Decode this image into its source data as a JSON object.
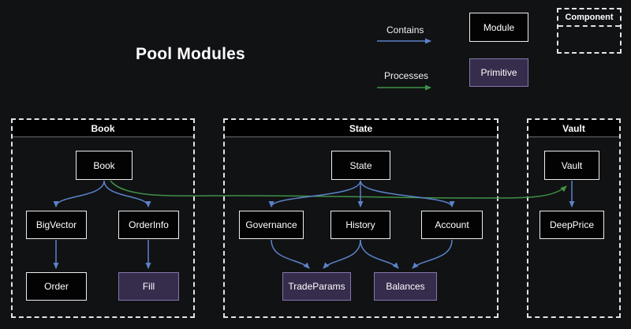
{
  "title": "Pool Modules",
  "legend": {
    "contains": "Contains",
    "processes": "Processes",
    "module": "Module",
    "primitive": "Primitive",
    "component": "Component"
  },
  "containers": {
    "book": {
      "title": "Book"
    },
    "state": {
      "title": "State"
    },
    "vault": {
      "title": "Vault"
    }
  },
  "nodes": {
    "book": {
      "label": "Book",
      "type": "module",
      "container": "book"
    },
    "bigvector": {
      "label": "BigVector",
      "type": "module",
      "container": "book"
    },
    "orderinfo": {
      "label": "OrderInfo",
      "type": "module",
      "container": "book"
    },
    "order": {
      "label": "Order",
      "type": "module",
      "container": "book"
    },
    "fill": {
      "label": "Fill",
      "type": "primitive",
      "container": "book"
    },
    "state": {
      "label": "State",
      "type": "module",
      "container": "state"
    },
    "governance": {
      "label": "Governance",
      "type": "module",
      "container": "state"
    },
    "history": {
      "label": "History",
      "type": "module",
      "container": "state"
    },
    "account": {
      "label": "Account",
      "type": "module",
      "container": "state"
    },
    "tradeparams": {
      "label": "TradeParams",
      "type": "primitive",
      "container": "state"
    },
    "balances": {
      "label": "Balances",
      "type": "primitive",
      "container": "state"
    },
    "vault": {
      "label": "Vault",
      "type": "module",
      "container": "vault"
    },
    "deepprice": {
      "label": "DeepPrice",
      "type": "module",
      "container": "vault"
    }
  },
  "edges": [
    {
      "from": "book",
      "to": "bigvector",
      "type": "contains"
    },
    {
      "from": "book",
      "to": "orderinfo",
      "type": "contains"
    },
    {
      "from": "bigvector",
      "to": "order",
      "type": "contains"
    },
    {
      "from": "orderinfo",
      "to": "fill",
      "type": "contains"
    },
    {
      "from": "state",
      "to": "governance",
      "type": "contains"
    },
    {
      "from": "state",
      "to": "history",
      "type": "contains"
    },
    {
      "from": "state",
      "to": "account",
      "type": "contains"
    },
    {
      "from": "governance",
      "to": "tradeparams",
      "type": "contains"
    },
    {
      "from": "history",
      "to": "tradeparams",
      "type": "contains"
    },
    {
      "from": "history",
      "to": "balances",
      "type": "contains"
    },
    {
      "from": "account",
      "to": "balances",
      "type": "contains"
    },
    {
      "from": "vault",
      "to": "deepprice",
      "type": "contains"
    },
    {
      "from": "book",
      "to": "vault",
      "type": "processes"
    }
  ],
  "colors": {
    "background": "#111214",
    "contains_arrow": "#5b82c9",
    "processes_arrow": "#3f9146",
    "module_bg": "#030303",
    "module_border": "#ededed",
    "primitive_bg": "#362c4c",
    "primitive_border": "#8577ad",
    "container_border": "#e3e3e3"
  }
}
